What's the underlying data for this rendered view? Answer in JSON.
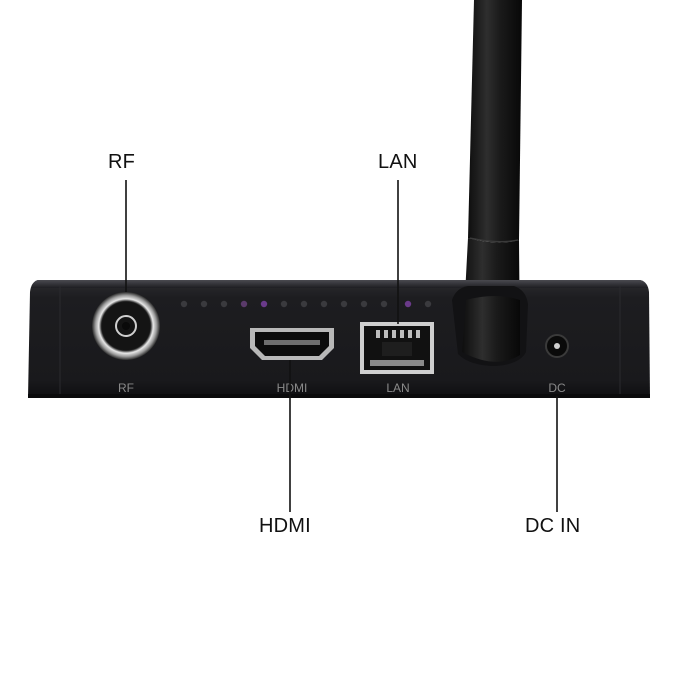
{
  "callouts": {
    "rf": "RF",
    "lan": "LAN",
    "hdmi": "HDMI",
    "dc_in": "DC IN"
  },
  "panel_labels": {
    "rf": "RF",
    "hdmi": "HDMI",
    "lan": "LAN",
    "dc": "DC"
  },
  "colors": {
    "background": "#ffffff",
    "device_body": "#1a1a1c",
    "antenna": "#1c1c1c",
    "leader_line": "#111111",
    "led_purple": "#6a3a8a"
  }
}
